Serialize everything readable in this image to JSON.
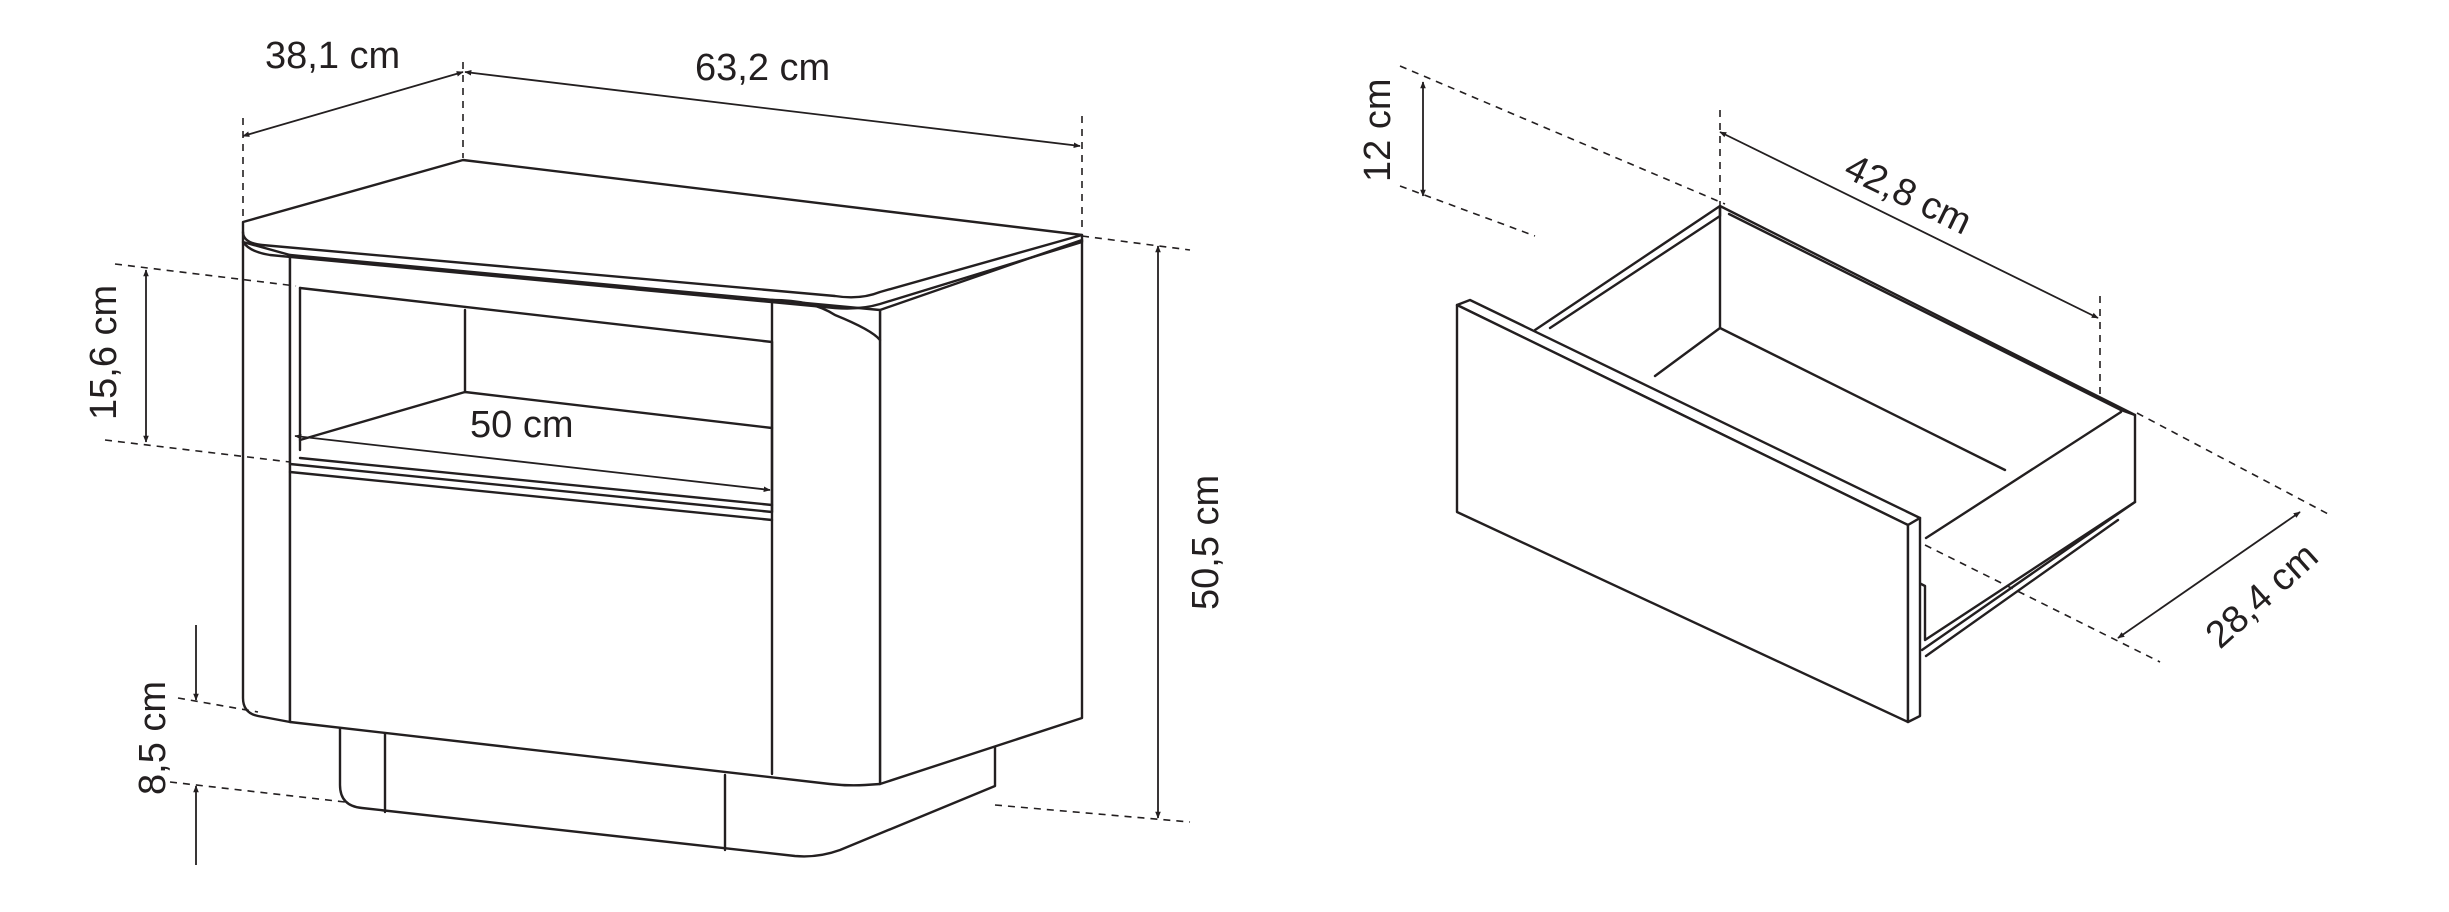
{
  "nightstand": {
    "depth_label": "38,1 cm",
    "width_label": "63,2 cm",
    "niche_height_label": "15,6 cm",
    "niche_width_label": "50 cm",
    "total_height_label": "50,5 cm",
    "plinth_height_label": "8,5 cm"
  },
  "drawer": {
    "height_label": "12 cm",
    "length_label": "42,8 cm",
    "width_label": "28,4 cm"
  }
}
